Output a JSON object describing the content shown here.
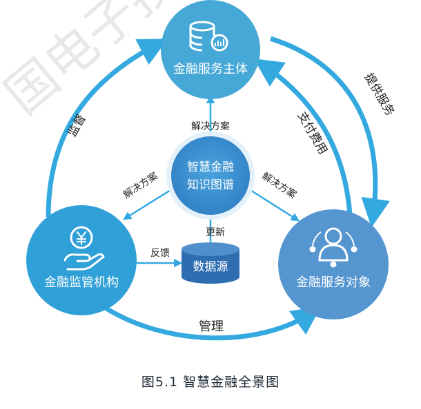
{
  "nodes": {
    "top": "金融服务主体",
    "left": "金融监管机构",
    "right": "金融服务对象",
    "center_line1": "智慧金融",
    "center_line2": "知识图谱",
    "datasource": "数据源"
  },
  "edges": {
    "supervise": "监督",
    "provide_service": "提供服务",
    "pay_fee": "支付费用",
    "manage": "管理",
    "solution_top": "解决方案",
    "solution_left": "解决方案",
    "solution_right": "解决方案",
    "update": "更新",
    "feedback": "反馈"
  },
  "icons": {
    "top": "database-chart-icon",
    "left": "yen-hand-icon",
    "right": "user-network-icon"
  },
  "watermark": "国电子技",
  "caption": "图5.1 智慧金融全景图",
  "colors": {
    "top_node": "#46a8d6",
    "left_node": "#2fa0d8",
    "right_node": "#5596d0",
    "center_node": "#3d8fcf",
    "datasource": "#2d6db0",
    "arrow": "#33a9e0"
  }
}
